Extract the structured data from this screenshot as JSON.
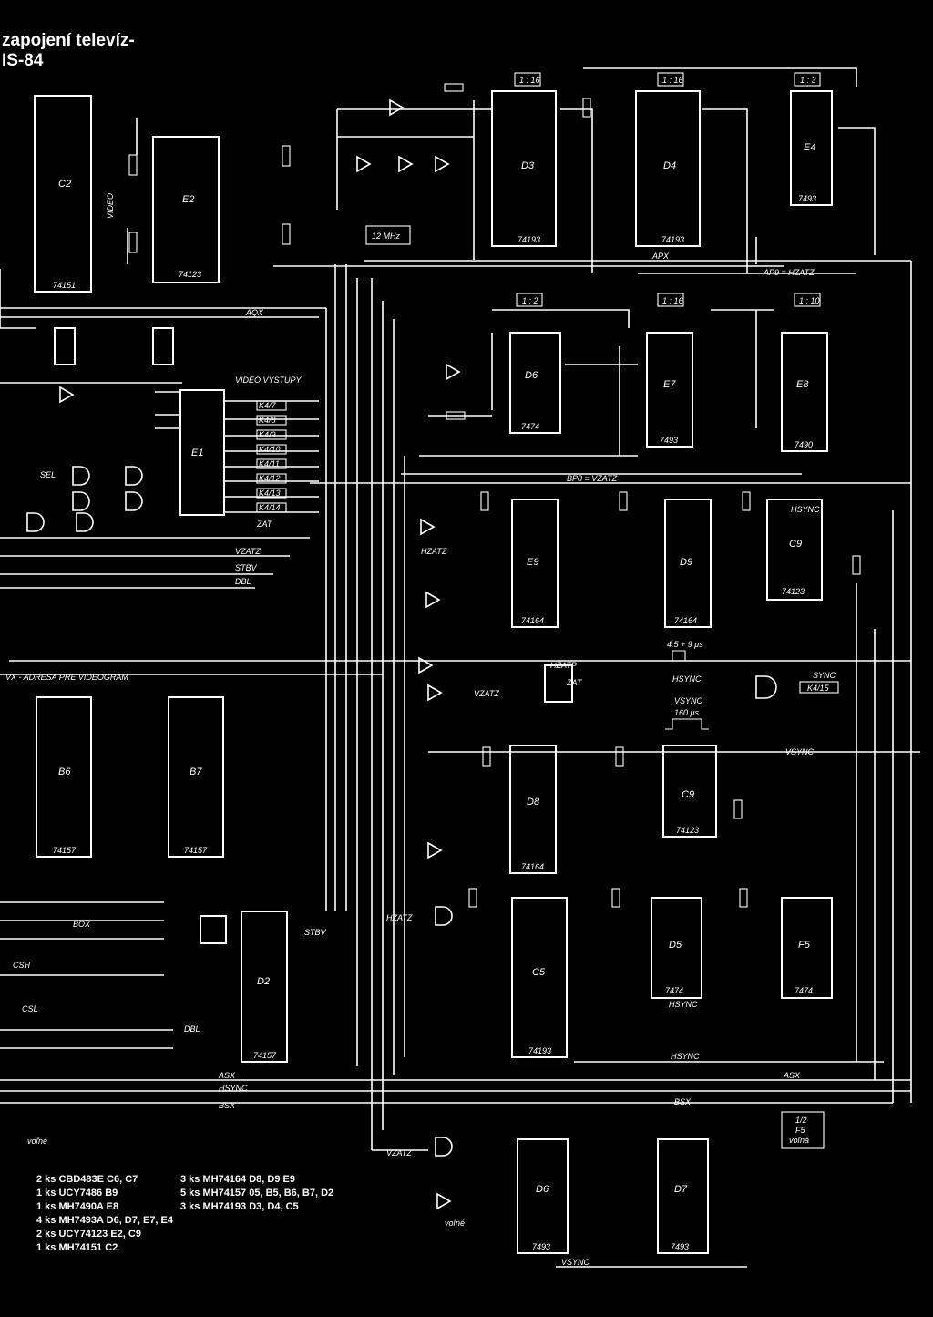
{
  "title": {
    "line1": "zapojení televíz-",
    "line2": "IS-84"
  },
  "dividers": [
    "1 : 16",
    "1 : 16",
    "1 : 3",
    "1 : 2",
    "1 : 16",
    "1 : 10"
  ],
  "chips": [
    {
      "id": "c2",
      "name": "C2",
      "type": "74151"
    },
    {
      "id": "e2",
      "name": "E2",
      "type": "74123"
    },
    {
      "id": "d3",
      "name": "D3",
      "type": "74193"
    },
    {
      "id": "d4",
      "name": "D4",
      "type": "74193"
    },
    {
      "id": "e4",
      "name": "E4",
      "type": "7493"
    },
    {
      "id": "d6a",
      "name": "D6",
      "type": "7474"
    },
    {
      "id": "e7",
      "name": "E7",
      "type": "7493"
    },
    {
      "id": "e8",
      "name": "E8",
      "type": "7490"
    },
    {
      "id": "e1",
      "name": "E1",
      "type": ""
    },
    {
      "id": "e9",
      "name": "E9",
      "type": "74164"
    },
    {
      "id": "d9",
      "name": "D9",
      "type": "74164"
    },
    {
      "id": "c9a",
      "name": "C9",
      "type": "74123"
    },
    {
      "id": "b6",
      "name": "B6",
      "type": "74157"
    },
    {
      "id": "b7",
      "name": "B7",
      "type": "74157"
    },
    {
      "id": "d8",
      "name": "D8",
      "type": "74164"
    },
    {
      "id": "c9b",
      "name": "C9",
      "type": "74123"
    },
    {
      "id": "d2",
      "name": "D2",
      "type": "74157"
    },
    {
      "id": "c5",
      "name": "C5",
      "type": "74193"
    },
    {
      "id": "d5",
      "name": "D5",
      "type": "7474"
    },
    {
      "id": "f5",
      "name": "F5",
      "type": "7474"
    },
    {
      "id": "d6b",
      "name": "D6",
      "type": "7493"
    },
    {
      "id": "d7",
      "name": "D7",
      "type": "7493"
    }
  ],
  "labels": {
    "aqx": "AQX",
    "apx": "APX",
    "ap9": "AP9 = HZATZ",
    "bp8": "BP8 = VZATZ",
    "video_out": "VIDEO VÝSTUPY",
    "vzatz": "VZATZ",
    "stbv": "STBV",
    "dbl": "DBL",
    "zat": "ZAT",
    "hzatz": "HZATZ",
    "hzatp": "HZATP",
    "vsync": "VSYNC",
    "hsync": "HSYNC",
    "sync": "SYNC",
    "k4_15": "K4/15",
    "asx": "ASX",
    "bsx": "BSX",
    "box": "BOX",
    "vx_adresa": "VX - ADRESA PRE VIDEOGRAM",
    "clock": "12 MHz",
    "sel": "SEL",
    "volne": "voľné",
    "f5_free_1": "1/2",
    "f5_free_2": "F5",
    "f5_free_3": "voľná",
    "pulse1": "4,5 + 9 μs",
    "pulse2": "160 μs",
    "csh": "CSH",
    "csl": "CSL",
    "video": "VIDEO"
  },
  "video_outputs": [
    "K4/7",
    "K4/8",
    "K4/9",
    "K4/10",
    "K4/11",
    "K4/12",
    "K4/13",
    "K4/14"
  ],
  "parts_list": {
    "col1": [
      "2 ks CBD483E C6, C7",
      "1 ks UCY7486 B9",
      "1 ks MH7490A E8",
      "4 ks MH7493A D6, D7, E7, E4",
      "2 ks UCY74123 E2, C9",
      "1 ks MH74151 C2"
    ],
    "col2": [
      "3 ks MH74164 D8, D9 E9",
      "5 ks MH74157 05, B5, B6, B7, D2",
      "3 ks MH74193 D3, D4, C5"
    ]
  }
}
